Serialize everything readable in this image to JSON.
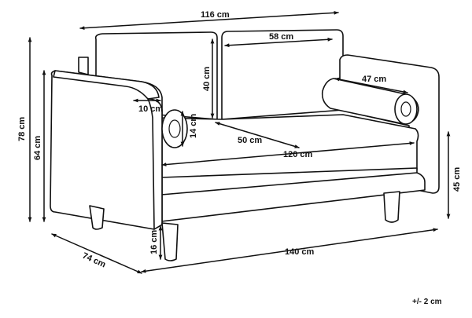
{
  "dimensions": {
    "total_width": "116 cm",
    "seat_width": "120 cm",
    "base_width": "140 cm",
    "cushion_width": "58 cm",
    "backrest_height": "40 cm",
    "pillow_length": "47 cm",
    "arm_width": "10 cm",
    "pillow_diameter": "14 cm",
    "seat_depth": "50 cm",
    "total_height": "78 cm",
    "arm_height": "64 cm",
    "seat_height": "45 cm",
    "leg_height": "16 cm",
    "total_depth": "74 cm"
  },
  "tolerance": "+/- 2 cm"
}
